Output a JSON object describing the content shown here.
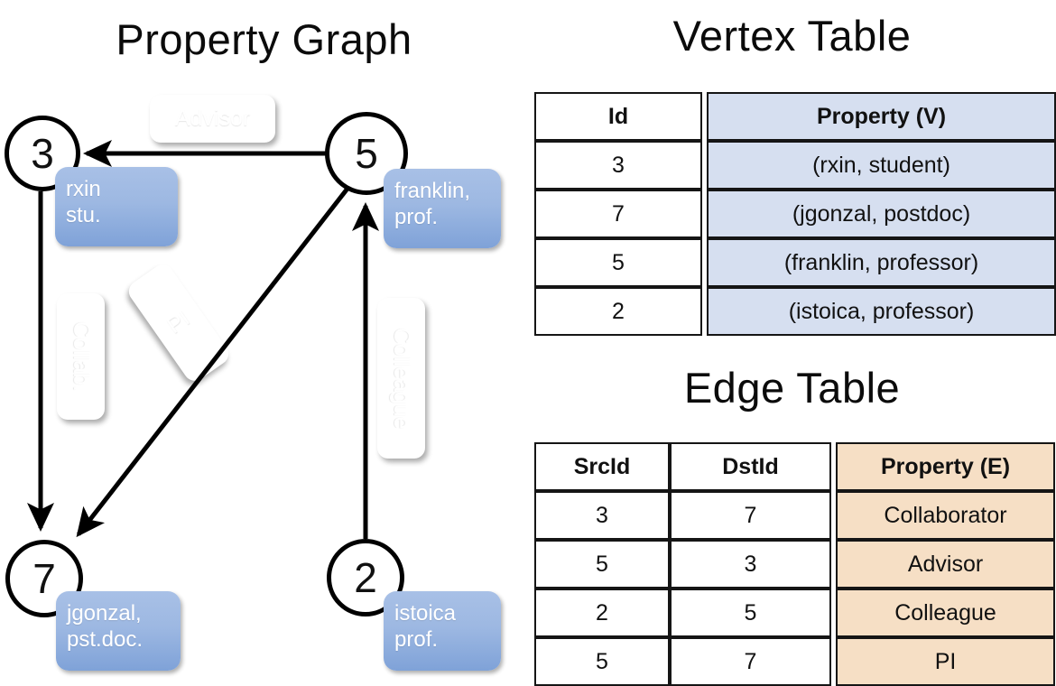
{
  "titles": {
    "graph": "Property Graph",
    "vertex": "Vertex Table",
    "edge": "Edge Table"
  },
  "graph": {
    "nodes": [
      {
        "id": "3",
        "property_line1": "rxin",
        "property_line2": "stu."
      },
      {
        "id": "5",
        "property_line1": "franklin,",
        "property_line2": "prof."
      },
      {
        "id": "7",
        "property_line1": "jgonzal,",
        "property_line2": "pst.doc."
      },
      {
        "id": "2",
        "property_line1": "istoica",
        "property_line2": "prof."
      }
    ],
    "edge_labels": [
      {
        "name": "advisor-label",
        "text": "Advisor"
      },
      {
        "name": "collab-label",
        "text": "Collab."
      },
      {
        "name": "pi-label",
        "text": "PI"
      },
      {
        "name": "colleague-label",
        "text": "Colleague"
      }
    ],
    "edges": [
      {
        "src": "5",
        "dst": "3",
        "label": "Advisor"
      },
      {
        "src": "3",
        "dst": "7",
        "label": "Collab."
      },
      {
        "src": "5",
        "dst": "7",
        "label": "PI"
      },
      {
        "src": "2",
        "dst": "5",
        "label": "Colleague"
      }
    ]
  },
  "vertex_table": {
    "headers": [
      "Id",
      "Property (V)"
    ],
    "rows": [
      {
        "id": "3",
        "property": "(rxin, student)"
      },
      {
        "id": "7",
        "property": "(jgonzal, postdoc)"
      },
      {
        "id": "5",
        "property": "(franklin, professor)"
      },
      {
        "id": "2",
        "property": "(istoica, professor)"
      }
    ]
  },
  "edge_table": {
    "headers": [
      "SrcId",
      "DstId",
      "Property (E)"
    ],
    "rows": [
      {
        "src": "3",
        "dst": "7",
        "property": "Collaborator"
      },
      {
        "src": "5",
        "dst": "3",
        "property": "Advisor"
      },
      {
        "src": "2",
        "dst": "5",
        "property": "Colleague"
      },
      {
        "src": "5",
        "dst": "7",
        "property": "PI"
      }
    ]
  },
  "colors": {
    "vertex_property_fill": "#d6dff0",
    "edge_property_fill": "#f6dfc5",
    "node_property_box": "#9db8e2",
    "edge_label_box": "#efaa55",
    "stroke": "#151515"
  }
}
